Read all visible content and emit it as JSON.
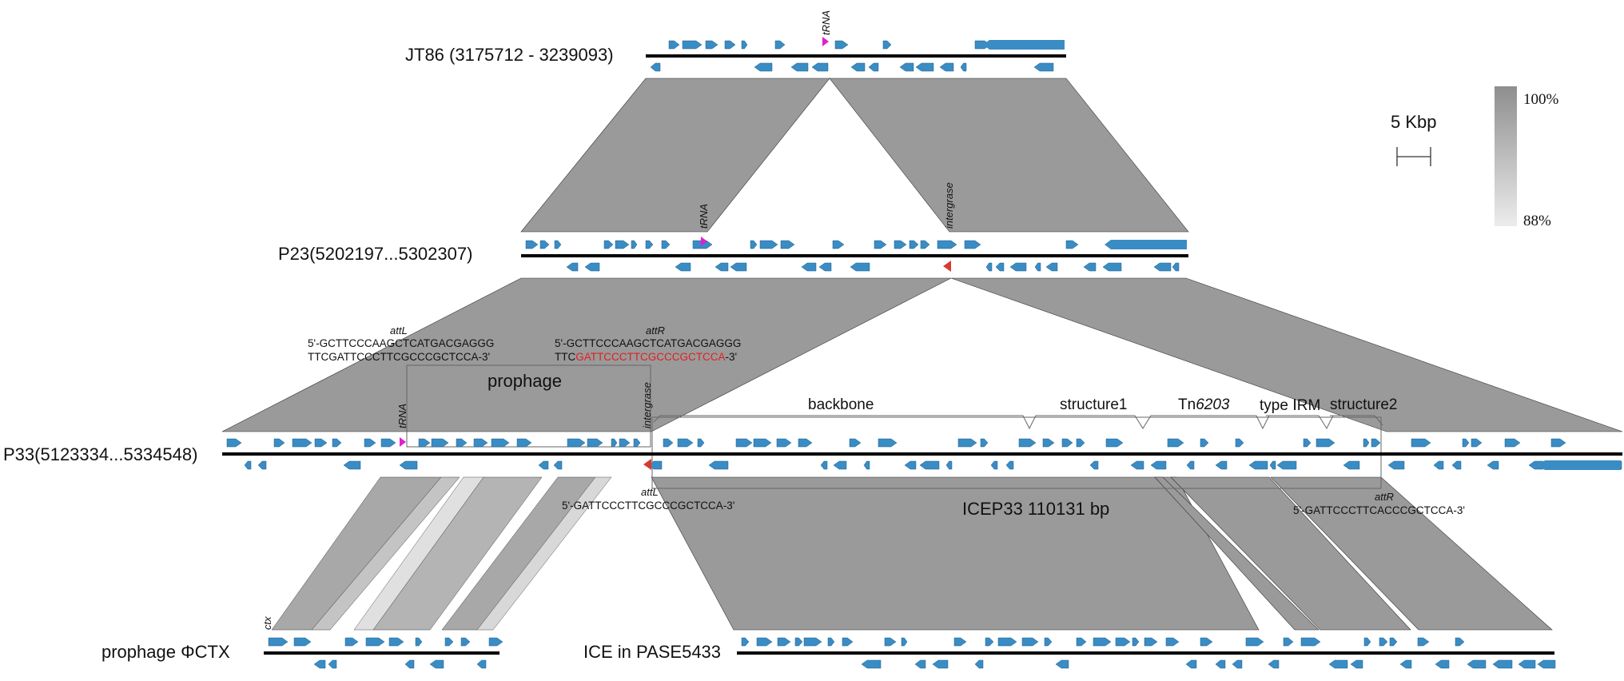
{
  "tracks": [
    {
      "id": "jt86",
      "label": "JT86 (3175712 - 3239093)"
    },
    {
      "id": "p23",
      "label": "P23(5202197...5302307)"
    },
    {
      "id": "p33",
      "label": "P33(5123334...5334548)"
    },
    {
      "id": "ctx",
      "label": "prophage ΦCTX"
    },
    {
      "id": "pase",
      "label": "ICE in PASE5433"
    }
  ],
  "gene_labels": {
    "trna": "tRNA",
    "intergrase": "intergrase",
    "ctx": "ctx"
  },
  "annotations": {
    "attl_top": "attL",
    "attl_top_seq1": "5'-GCTTCCCAAGCTCATGACGAGGG",
    "attl_top_seq2": "TTCGATTCCCTTCGCCCGCTCCA-3'",
    "attr_top": "attR",
    "attr_top_seq1": "5'-GCTTCCCAAGCTCATGACGAGGG",
    "attr_top_seq2_prefix": "TTC",
    "attr_top_seq2_red": "GATTCCCTTCGCCCGCTCCA",
    "attr_top_seq2_suffix": "-3'",
    "prophage": "prophage",
    "backbone": "backbone",
    "structure1": "structure1",
    "tn_prefix": "Tn",
    "tn_num": "6203",
    "type_irm": "type ⅠRM",
    "structure2": "structure2",
    "attl_bottom": "attL",
    "attl_bottom_seq": "5'-GATTCCCTTCGCCCGCTCCA-3'",
    "ice_label": "ICEP33 110131 bp",
    "attr_bottom": "attR",
    "attr_bottom_seq": "5'-GATTCCCTTCACCCGCTCCA-3'"
  },
  "scale": {
    "label": "5 Kbp"
  },
  "identity_legend": {
    "max": "100%",
    "min": "88%"
  },
  "colors": {
    "gene": "#3a8cc4",
    "trna": "#e01fd0",
    "integrase": "#d63b2e",
    "homology": "#9a9a9a",
    "red_text": "#e02020"
  }
}
